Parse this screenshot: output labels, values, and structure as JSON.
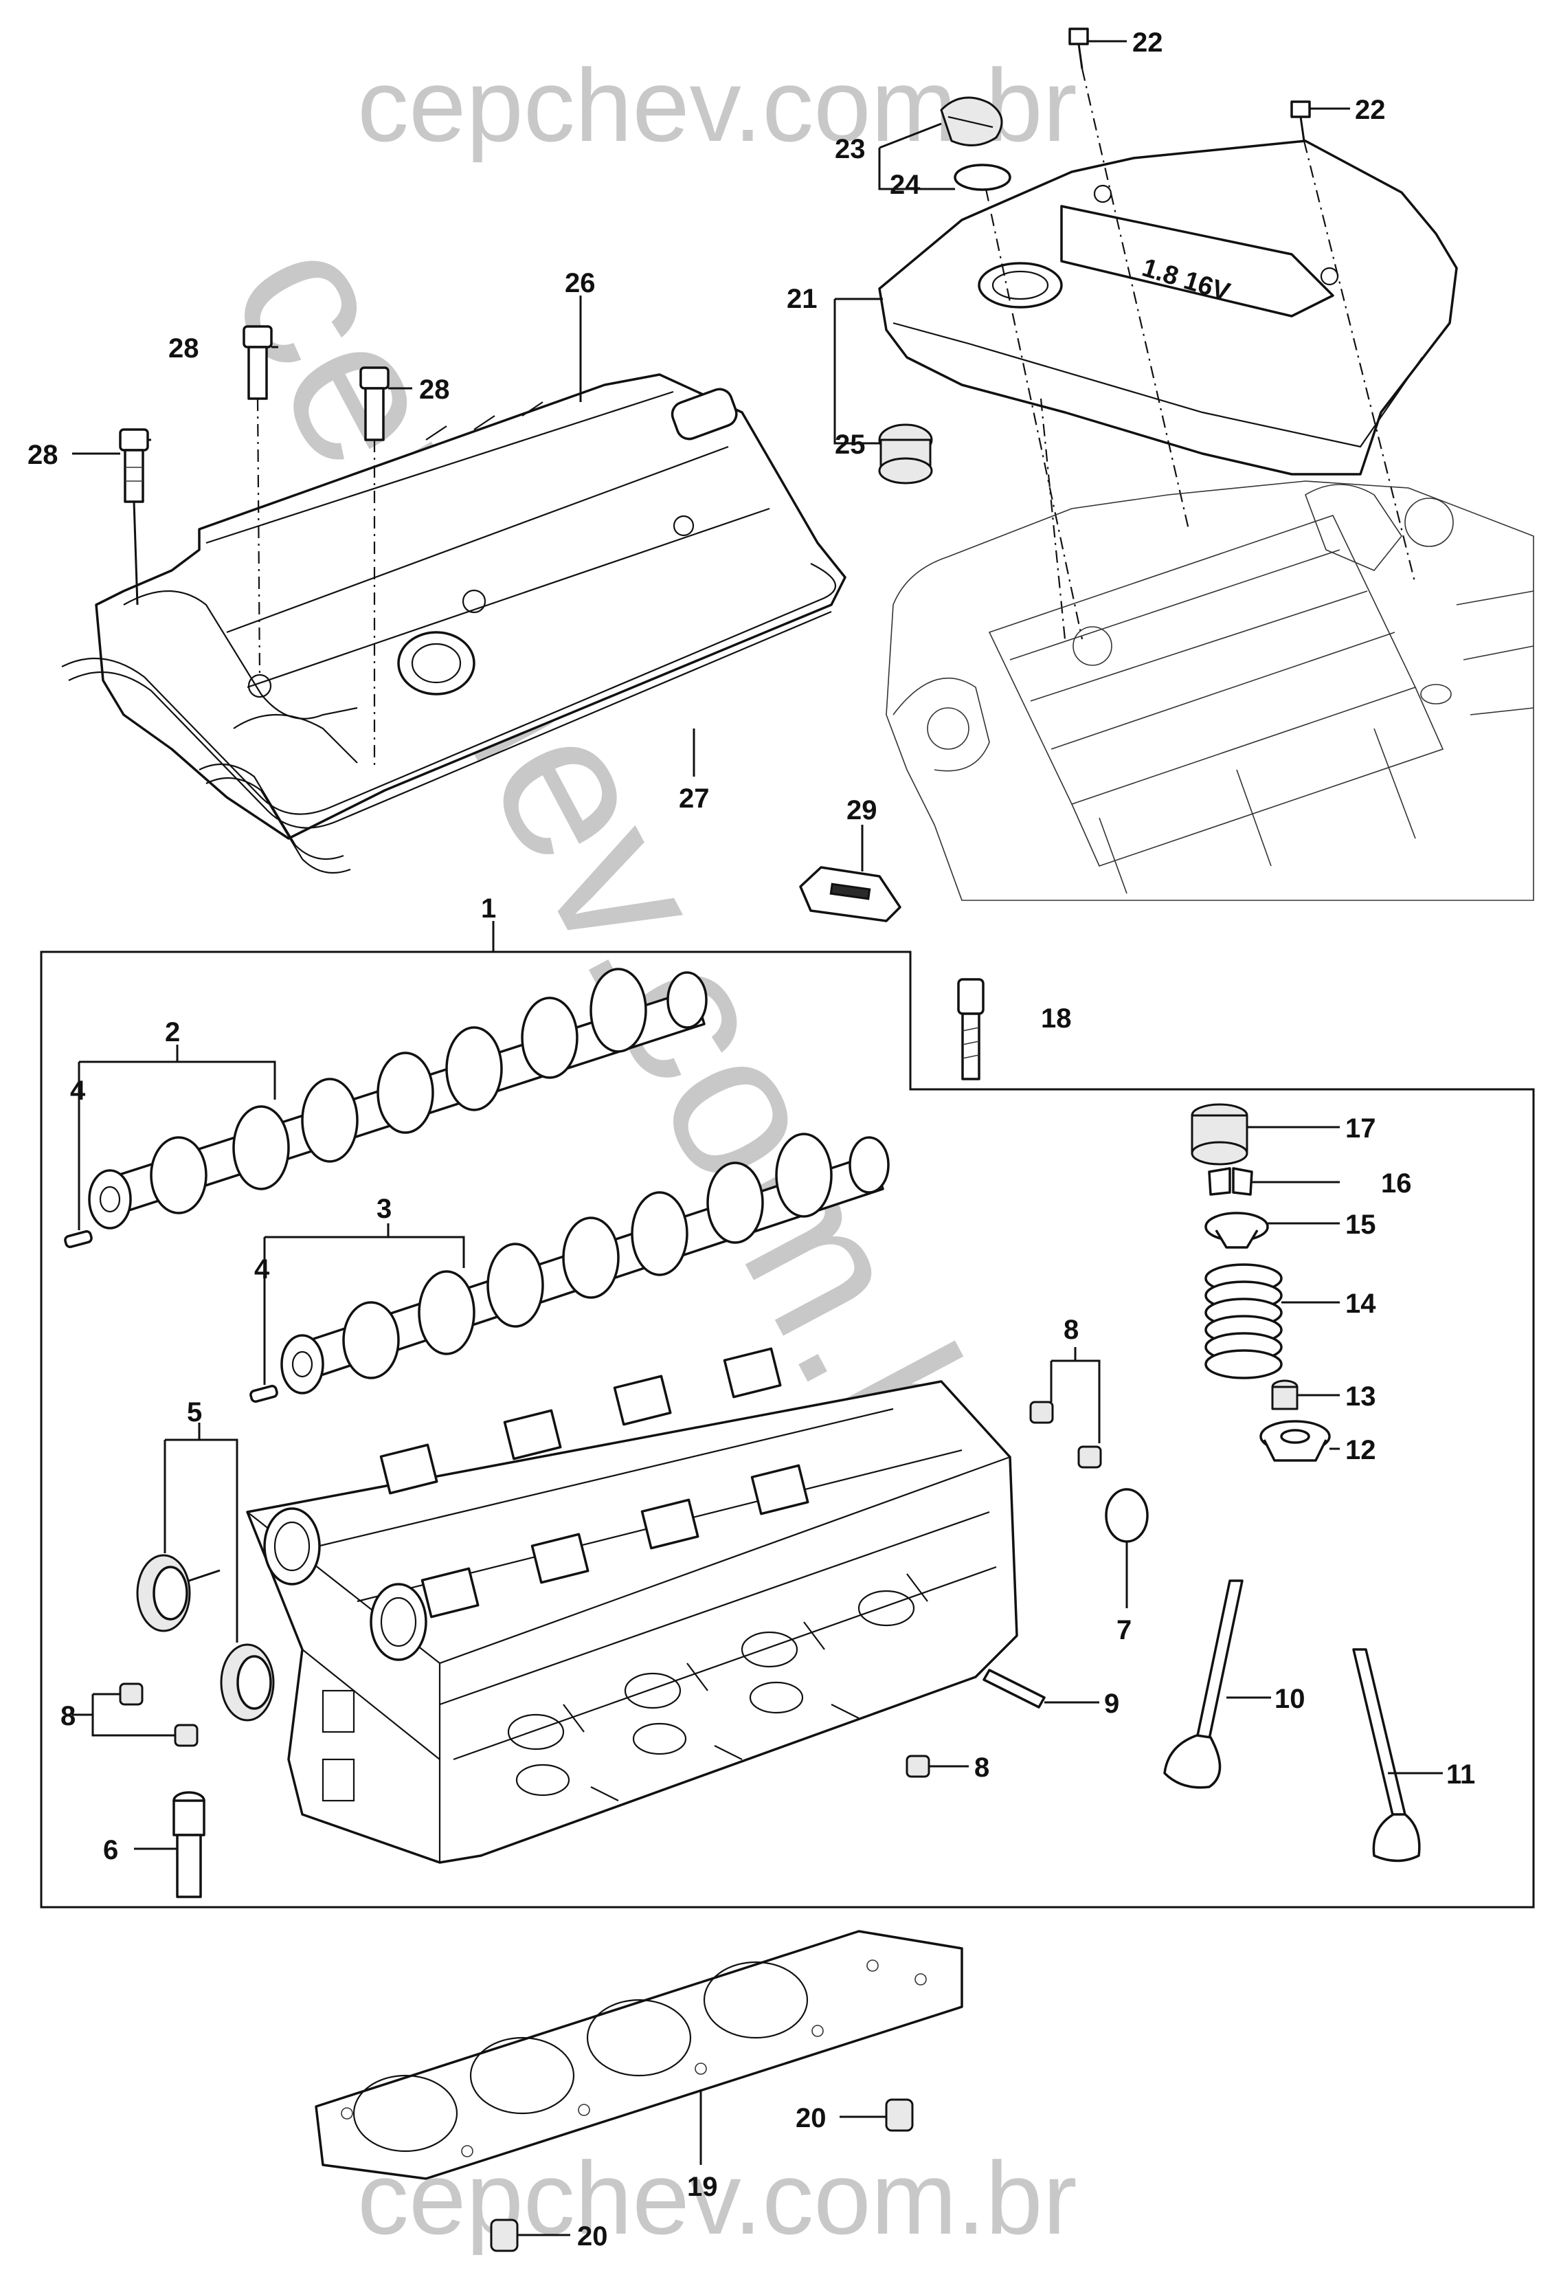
{
  "watermark": {
    "text": "cepchev.com.br",
    "color": "#c8c8c8"
  },
  "callouts": [
    {
      "id": "c1",
      "label": "1"
    },
    {
      "id": "c2",
      "label": "2"
    },
    {
      "id": "c3",
      "label": "3"
    },
    {
      "id": "c4a",
      "label": "4"
    },
    {
      "id": "c4b",
      "label": "4"
    },
    {
      "id": "c5",
      "label": "5"
    },
    {
      "id": "c6",
      "label": "6"
    },
    {
      "id": "c7",
      "label": "7"
    },
    {
      "id": "c8a",
      "label": "8"
    },
    {
      "id": "c8b",
      "label": "8"
    },
    {
      "id": "c8c",
      "label": "8"
    },
    {
      "id": "c9",
      "label": "9"
    },
    {
      "id": "c10",
      "label": "10"
    },
    {
      "id": "c11",
      "label": "11"
    },
    {
      "id": "c12",
      "label": "12"
    },
    {
      "id": "c13",
      "label": "13"
    },
    {
      "id": "c14",
      "label": "14"
    },
    {
      "id": "c15",
      "label": "15"
    },
    {
      "id": "c16",
      "label": "16"
    },
    {
      "id": "c17",
      "label": "17"
    },
    {
      "id": "c18",
      "label": "18"
    },
    {
      "id": "c19",
      "label": "19"
    },
    {
      "id": "c20a",
      "label": "20"
    },
    {
      "id": "c20b",
      "label": "20"
    },
    {
      "id": "c21",
      "label": "21"
    },
    {
      "id": "c22a",
      "label": "22"
    },
    {
      "id": "c22b",
      "label": "22"
    },
    {
      "id": "c23",
      "label": "23"
    },
    {
      "id": "c24",
      "label": "24"
    },
    {
      "id": "c25",
      "label": "25"
    },
    {
      "id": "c26",
      "label": "26"
    },
    {
      "id": "c27",
      "label": "27"
    },
    {
      "id": "c28a",
      "label": "28"
    },
    {
      "id": "c28b",
      "label": "28"
    },
    {
      "id": "c28c",
      "label": "28"
    },
    {
      "id": "c29",
      "label": "29"
    }
  ],
  "engine_cover": {
    "badge_text": "1.8 16V"
  }
}
